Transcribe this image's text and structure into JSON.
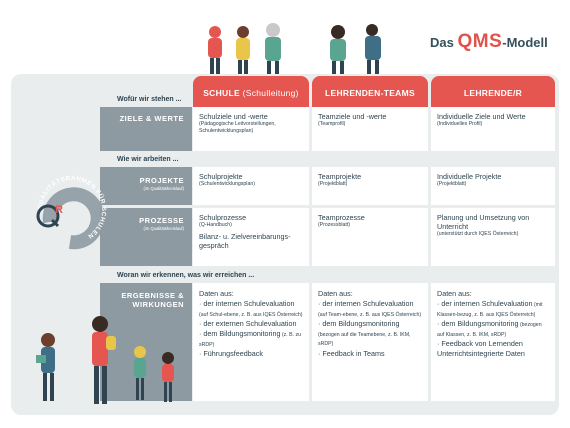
{
  "brand": {
    "prefix": "Das ",
    "big": "QMS",
    "suffix": "-Modell"
  },
  "columns": [
    {
      "title": "SCHULE",
      "sub": " (Schulleitung)"
    },
    {
      "title": "LEHRENDEN-TEAMS",
      "sub": ""
    },
    {
      "title": "LEHRENDE/R",
      "sub": ""
    }
  ],
  "sections": {
    "s1": "Wofür wir stehen ...",
    "s2": "Wie wir arbeiten ...",
    "s3": "Woran wir erkennen, was wir erreichen ..."
  },
  "rows": [
    {
      "label": "ZIELE & WERTE",
      "sub": "",
      "cells": [
        {
          "main": "Schulziele und -werte",
          "small": "(Pädagogische Leitvorstellungen, Schulentwicklungsplan)"
        },
        {
          "main": "Teamziele und -werte",
          "small": "(Teamprofil)"
        },
        {
          "main": "Individuelle Ziele und Werte",
          "small": "(Individuelles Profil)"
        }
      ]
    },
    {
      "label": "PROJEKTE",
      "sub": "(im Qualitätskreislauf)",
      "cells": [
        {
          "main": "Schulprojekte",
          "small": "(Schulentwicklungsplan)"
        },
        {
          "main": "Teamprojekte",
          "small": "(Projektblatt)"
        },
        {
          "main": "Individuelle Projekte",
          "small": "(Projektblatt)"
        }
      ]
    },
    {
      "label": "PROZESSE",
      "sub": "(im Qualitätskreislauf)",
      "cells": [
        {
          "main": "Schulprozesse",
          "small": "(Q-Handbuch)",
          "extra": "Bilanz- u. Zielvereinbarungs-gespräch"
        },
        {
          "main": "Teamprozesse",
          "small": "(Prozessblatt)"
        },
        {
          "main": "Planung und Umsetzung von Unterricht",
          "small": "(unterstützt durch IQES Österreich)"
        }
      ]
    },
    {
      "label": "ERGEBNISSE &",
      "label2": "WIRKUNGEN",
      "cells": [
        {
          "head": "Daten aus:",
          "items": [
            {
              "t": "· der internen Schulevaluation",
              "s": " (auf Schul-ebene, z. B. aus IQES Österreich)"
            },
            {
              "t": "· der externen Schulevaluation",
              "s": ""
            },
            {
              "t": "· dem Bildungsmonitoring",
              "s": " (z. B. zu sRDP)"
            },
            {
              "t": "· Führungsfeedback",
              "s": ""
            }
          ]
        },
        {
          "head": "Daten aus:",
          "items": [
            {
              "t": "· der internen Schulevaluation",
              "s": " (auf Team-ebene, z. B. aus IQES Österreich)"
            },
            {
              "t": "· dem Bildungsmonitoring",
              "s": " (bezogen auf die Teamebene, z. B. IKM, sRDP)"
            },
            {
              "t": "· Feedback in Teams",
              "s": ""
            }
          ]
        },
        {
          "head": "Daten aus:",
          "items": [
            {
              "t": "· der internen Schulevaluation",
              "s": " (mit Klassen-bezug, z. B. aus IQES Österreich)"
            },
            {
              "t": "· dem Bildungsmonitoring",
              "s": " (bezogen auf Klassen, z. B. IKM, sRDP)"
            },
            {
              "t": "· Feedback von Lernenden",
              "s": ""
            },
            {
              "t": "Unterrichtsintegrierte Daten",
              "s": ""
            }
          ]
        }
      ]
    }
  ],
  "ring_text": "QUALITÄTSRAHMEN FÜR SCHULEN",
  "logo": {
    "q": "Q",
    "r": "R"
  },
  "colors": {
    "accent": "#e4564f",
    "band": "#8e9aa2",
    "frame": "#e9edee",
    "text": "#2f4450"
  }
}
